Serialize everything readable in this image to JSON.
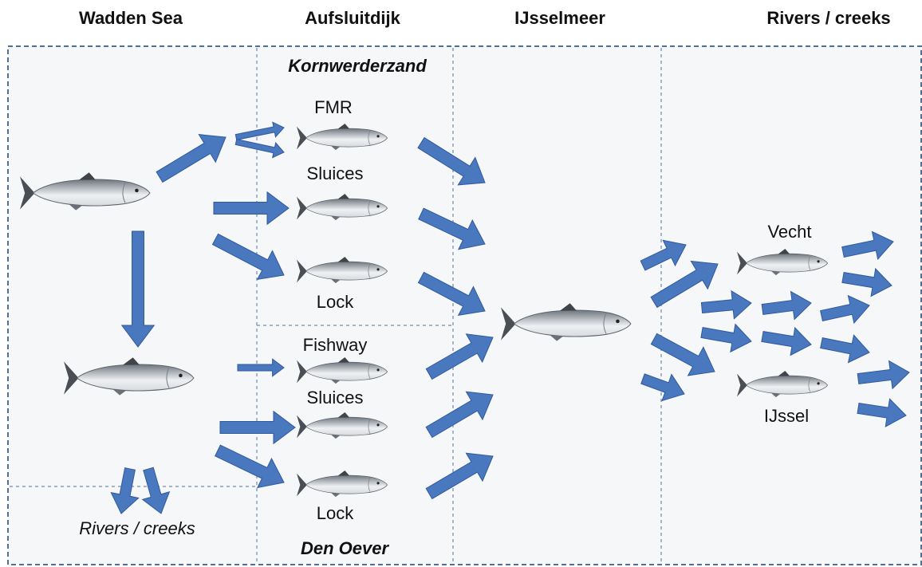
{
  "headers": {
    "wadden_sea": "Wadden Sea",
    "afsluitdijk": "Aufsluitdijk",
    "ijsselmeer": "IJsselmeer",
    "rivers_creeks": "Rivers / creeks"
  },
  "locations": {
    "kornwerderzand": "Kornwerderzand",
    "den_oever": "Den Oever"
  },
  "passages": {
    "fmr": "FMR",
    "sluices_top": "Sluices",
    "lock_top": "Lock",
    "fishway": "Fishway",
    "sluices_bottom": "Sluices",
    "lock_bottom": "Lock"
  },
  "rivers": {
    "vecht": "Vecht",
    "ijssel": "IJssel"
  },
  "wadden_rivers": "Rivers / creeks",
  "colors": {
    "arrow_fill": "#4a78bf",
    "arrow_stroke": "#2f5a9e",
    "border": "#4f6fa0",
    "panel": "#f4f5f7"
  }
}
